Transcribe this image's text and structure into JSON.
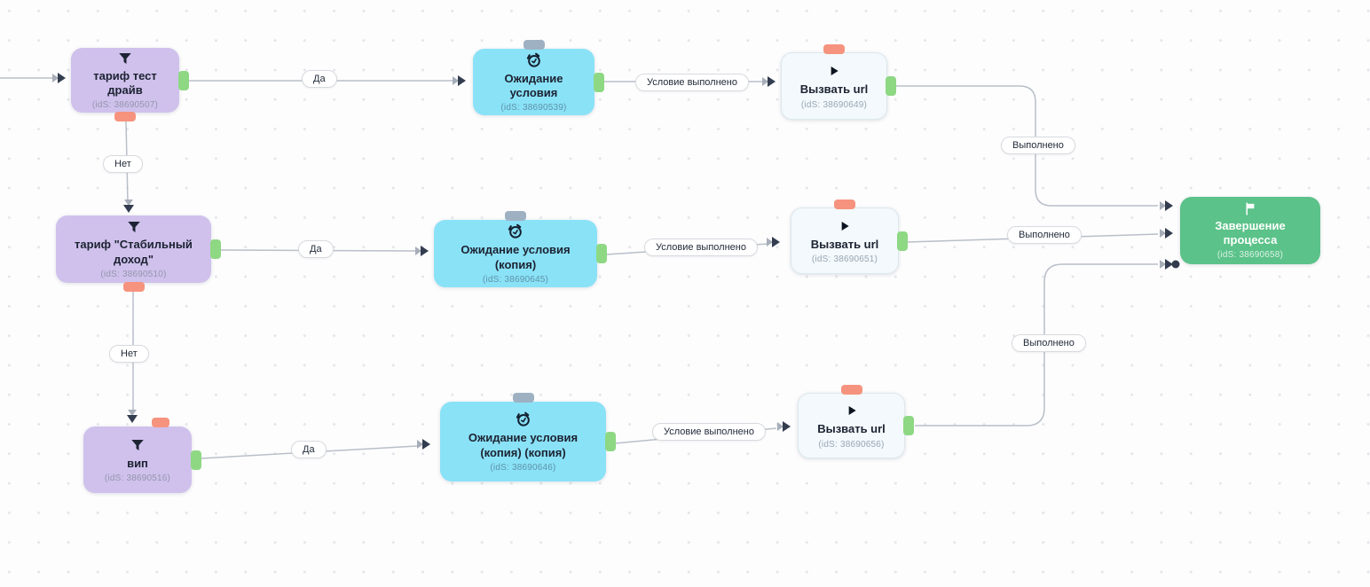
{
  "palette": {
    "filter_node": "#cfc1ec",
    "wait_node": "#8ae2f7",
    "call_node": "#f3f9fc",
    "end_node": "#5bc289",
    "port_out": "#8ed883",
    "port_error": "#f6937e",
    "port_pause": "#9eb1c2",
    "edge": "#b9bfc8"
  },
  "nodes": [
    {
      "title": "тариф тест драйв",
      "subtitle": "(idS: 38690507)",
      "type": "filter",
      "icon": "funnel"
    },
    {
      "title": "тариф \"Стабильный доход\"",
      "subtitle": "(idS: 38690510)",
      "type": "filter",
      "icon": "funnel"
    },
    {
      "title": "вип",
      "subtitle": "(idS: 38690516)",
      "type": "filter",
      "icon": "funnel"
    },
    {
      "title": "Ожидание условия",
      "subtitle": "(idS: 38690539)",
      "type": "wait",
      "icon": "alarm-clock"
    },
    {
      "title": "Ожидание условия (копия)",
      "subtitle": "(idS: 38690645)",
      "type": "wait",
      "icon": "alarm-clock"
    },
    {
      "title": "Ожидание условия (копия) (копия)",
      "subtitle": "(idS: 38690646)",
      "type": "wait",
      "icon": "alarm-clock"
    },
    {
      "title": "Вызвать url",
      "subtitle": "(idS: 38690649)",
      "type": "call",
      "icon": "play"
    },
    {
      "title": "Вызвать url",
      "subtitle": "(idS: 38690651)",
      "type": "call",
      "icon": "play"
    },
    {
      "title": "Вызвать url",
      "subtitle": "(idS: 38690656)",
      "type": "call",
      "icon": "play"
    },
    {
      "title": "Завершение процесса",
      "subtitle": "(idS: 38690658)",
      "type": "end",
      "icon": "flag"
    }
  ],
  "edge_labels": [
    {
      "text": "Да"
    },
    {
      "text": "Нет"
    },
    {
      "text": "Да"
    },
    {
      "text": "Нет"
    },
    {
      "text": "Да"
    },
    {
      "text": "Условие выполнено"
    },
    {
      "text": "Условие выполнено"
    },
    {
      "text": "Условие выполнено"
    },
    {
      "text": "Выполнено"
    },
    {
      "text": "Выполнено"
    },
    {
      "text": "Выполнено"
    }
  ]
}
